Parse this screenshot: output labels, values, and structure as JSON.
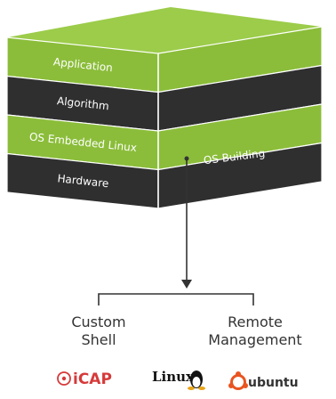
{
  "layers": [
    {
      "label": "Application",
      "color": "#8bbd3a"
    },
    {
      "label": "Algorithm",
      "color": "#2f2f2f"
    },
    {
      "label": "OS Embedded Linux",
      "color": "#8bbd3a"
    },
    {
      "label": "Hardware",
      "color": "#2f2f2f"
    }
  ],
  "side_label": "OS Building",
  "outputs": {
    "left": [
      "Custom",
      "Shell"
    ],
    "right": [
      "Remote",
      "Management"
    ]
  },
  "logos": [
    {
      "name": "icap",
      "text": "iCAP",
      "color": "#d63a3a"
    },
    {
      "name": "linux",
      "text": "Linux",
      "color": "#111111"
    },
    {
      "name": "ubuntu",
      "text": "ubuntu",
      "color": "#333333"
    }
  ],
  "colors": {
    "green": "#8bbd3a",
    "dark": "#2f2f2f",
    "top": "#9ccc4a",
    "line": "#333333"
  }
}
